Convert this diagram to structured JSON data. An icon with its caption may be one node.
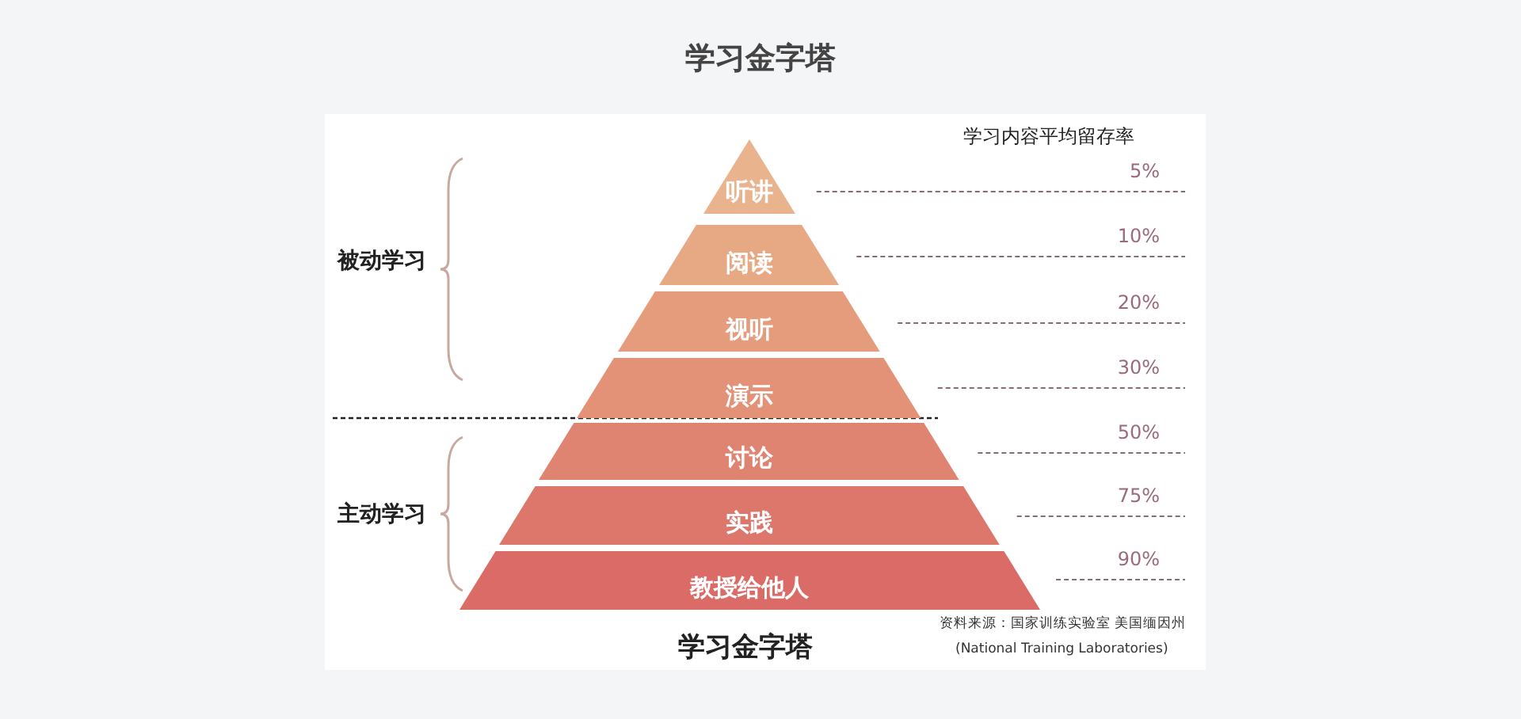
{
  "diagram": {
    "title": "学习金字塔",
    "nodes": [
      {
        "text": [
          "听讲"
        ]
      },
      {
        "text": [
          "阅读"
        ]
      },
      {
        "text": [
          "视听"
        ]
      },
      {
        "text": [
          "演示"
        ]
      },
      {
        "text": [
          "讨论"
        ]
      },
      {
        "text": [
          "实践"
        ]
      },
      {
        "text": [
          "教授给他人"
        ]
      }
    ],
    "labels": [
      "学习内容平均留存率",
      "5%",
      "10%",
      "20%",
      "30%",
      "50%",
      "75%",
      "90%",
      "被动学习",
      "主动学习",
      "学习金字塔",
      "资料来源：国家训练实验室 美国缅因州",
      "(National Training Laboratories)"
    ]
  }
}
